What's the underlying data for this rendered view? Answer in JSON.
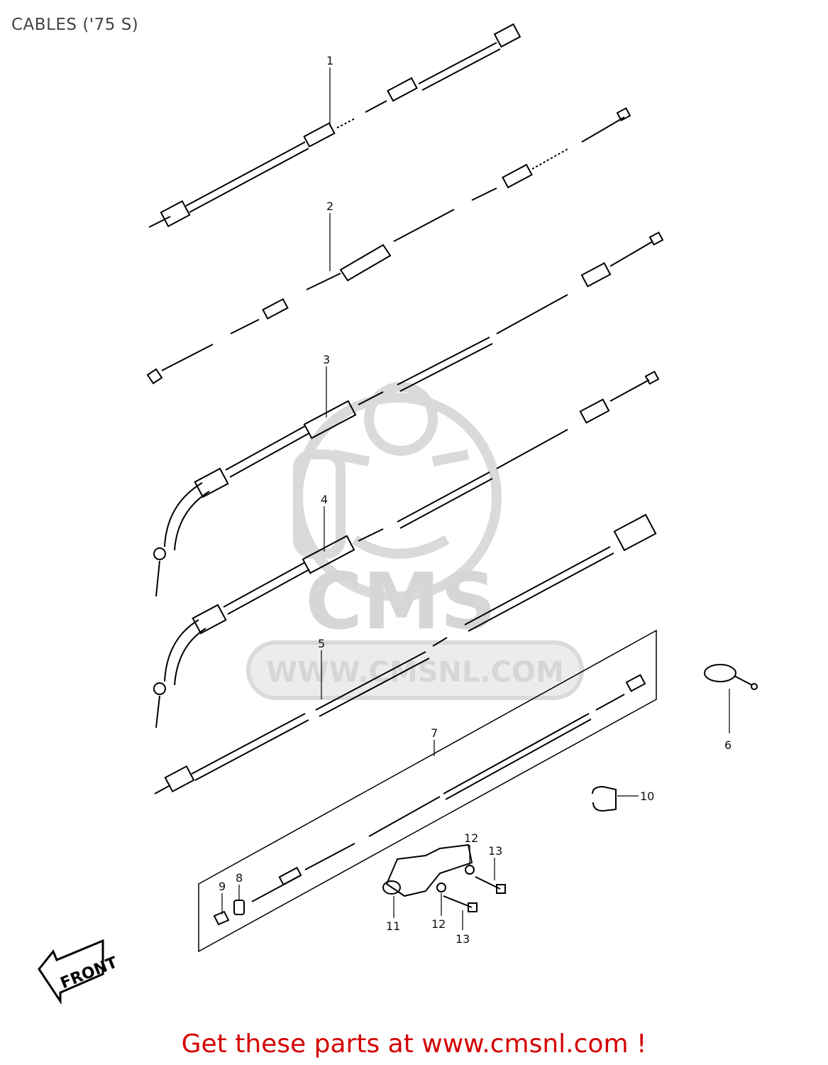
{
  "title": "CABLES ('75 S)",
  "footer": "Get these parts at www.cmsnl.com !",
  "watermark": {
    "brand": "CMS",
    "site": "WWW.CMSNL.COM"
  },
  "front_marker": "FRONT",
  "callouts": [
    "1",
    "2",
    "3",
    "4",
    "5",
    "6",
    "7",
    "8",
    "9",
    "10",
    "11",
    "12",
    "12",
    "13",
    "13"
  ],
  "colors": {
    "ink": "#000000",
    "footer": "#d40000",
    "watermark": "#d6d6d6"
  }
}
